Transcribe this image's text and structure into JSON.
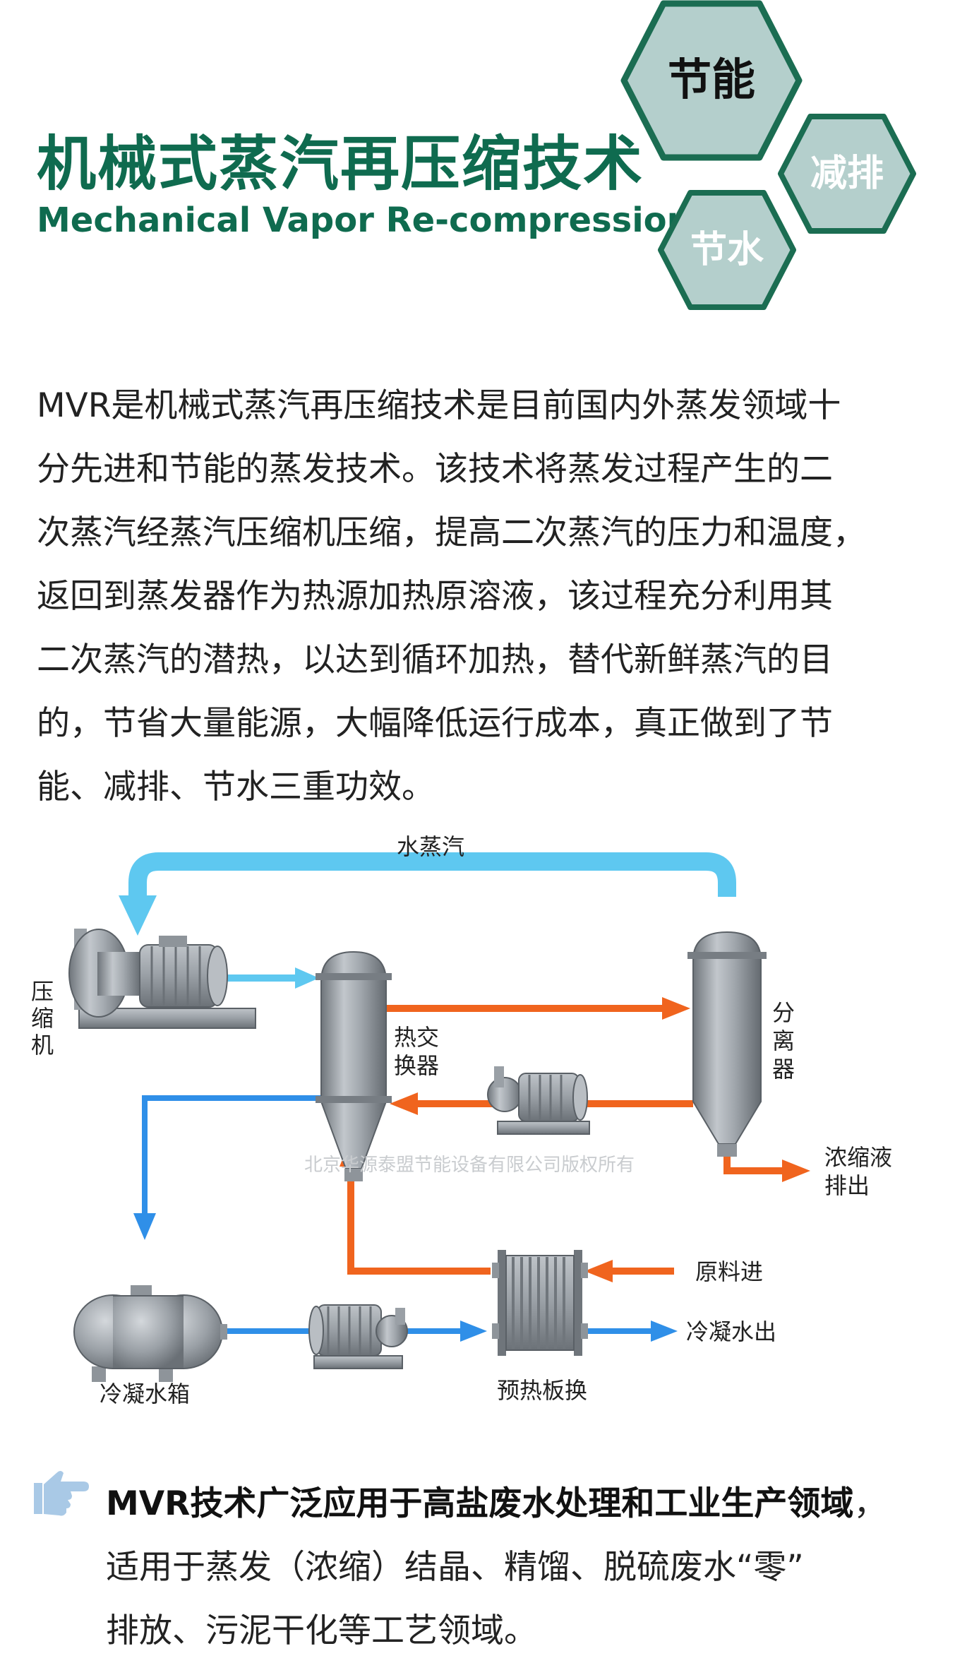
{
  "header": {
    "title_zh": "机械式蒸汽再压缩技术",
    "title_en": "Mechanical Vapor Re-compression"
  },
  "badges": [
    {
      "label": "节能"
    },
    {
      "label": "减排"
    },
    {
      "label": "节水"
    }
  ],
  "intro": {
    "lines": [
      "MVR是机械式蒸汽再压缩技术是目前国内外蒸发领域十",
      "分先进和节能的蒸发技术。该技术将蒸发过程产生的二",
      "次蒸汽经蒸汽压缩机压缩，提高二次蒸汽的压力和温度，",
      "返回到蒸发器作为热源加热原溶液，该过程充分利用其",
      "二次蒸汽的潜热，以达到循环加热，替代新鲜蒸汽的目",
      "的，节省大量能源，大幅降低运行成本，真正做到了节",
      "能、减排、节水三重功效。"
    ]
  },
  "diagram": {
    "vapor_label": "水蒸汽",
    "compressor_label": [
      "压",
      "缩",
      "机"
    ],
    "heat_exchanger_label": [
      "热交",
      "换器"
    ],
    "separator_label": [
      "分",
      "离",
      "器"
    ],
    "concentrate_label": [
      "浓缩液",
      "排出"
    ],
    "feed_label": "原料进",
    "condensate_out_label": "冷凝水出",
    "condensate_tank_label": "冷凝水箱",
    "preheat_plate_label": "预热板换",
    "watermark": "北京华源泰盟节能设备有限公司版权所有"
  },
  "bottom": {
    "line1_bold": "MVR技术广泛应用于高盐废水处理和工业生产领域",
    "line1_tail": "，",
    "line2": "适用于蒸发（浓缩）结晶、精馏、脱硫废水“零”",
    "line3": "排放、污泥干化等工艺领域。"
  },
  "colors": {
    "brand_green": "#0f6b4f",
    "hex_fill": "#b4cfcc",
    "vapor_blue": "#5ec8f0",
    "water_blue": "#2f8fe8",
    "hot_orange": "#f0641e",
    "equipment_gray": "#8e949a"
  },
  "icons": {
    "hand": "pointing-hand-icon"
  }
}
